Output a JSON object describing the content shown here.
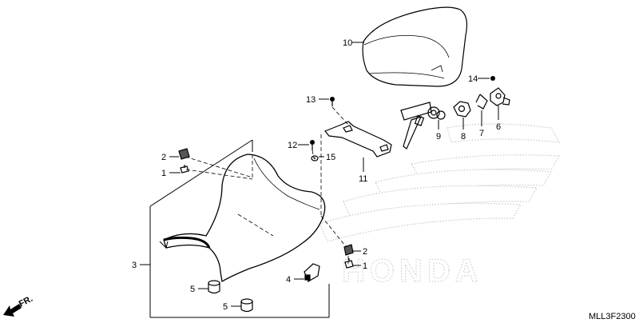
{
  "diagram": {
    "code": "MLL3F2300",
    "direction_label": "FR.",
    "watermark": "HONDA",
    "callouts": [
      {
        "id": "c10",
        "num": "10"
      },
      {
        "id": "c14",
        "num": "14"
      },
      {
        "id": "c13",
        "num": "13"
      },
      {
        "id": "c9",
        "num": "9"
      },
      {
        "id": "c8",
        "num": "8"
      },
      {
        "id": "c7",
        "num": "7"
      },
      {
        "id": "c6",
        "num": "6"
      },
      {
        "id": "c12",
        "num": "12"
      },
      {
        "id": "c15",
        "num": "15"
      },
      {
        "id": "c11",
        "num": "11"
      },
      {
        "id": "c2a",
        "num": "2"
      },
      {
        "id": "c1a",
        "num": "1"
      },
      {
        "id": "c3",
        "num": "3"
      },
      {
        "id": "c2b",
        "num": "2"
      },
      {
        "id": "c1b",
        "num": "1"
      },
      {
        "id": "c4",
        "num": "4"
      },
      {
        "id": "c5a",
        "num": "5"
      },
      {
        "id": "c5b",
        "num": "5"
      }
    ]
  }
}
